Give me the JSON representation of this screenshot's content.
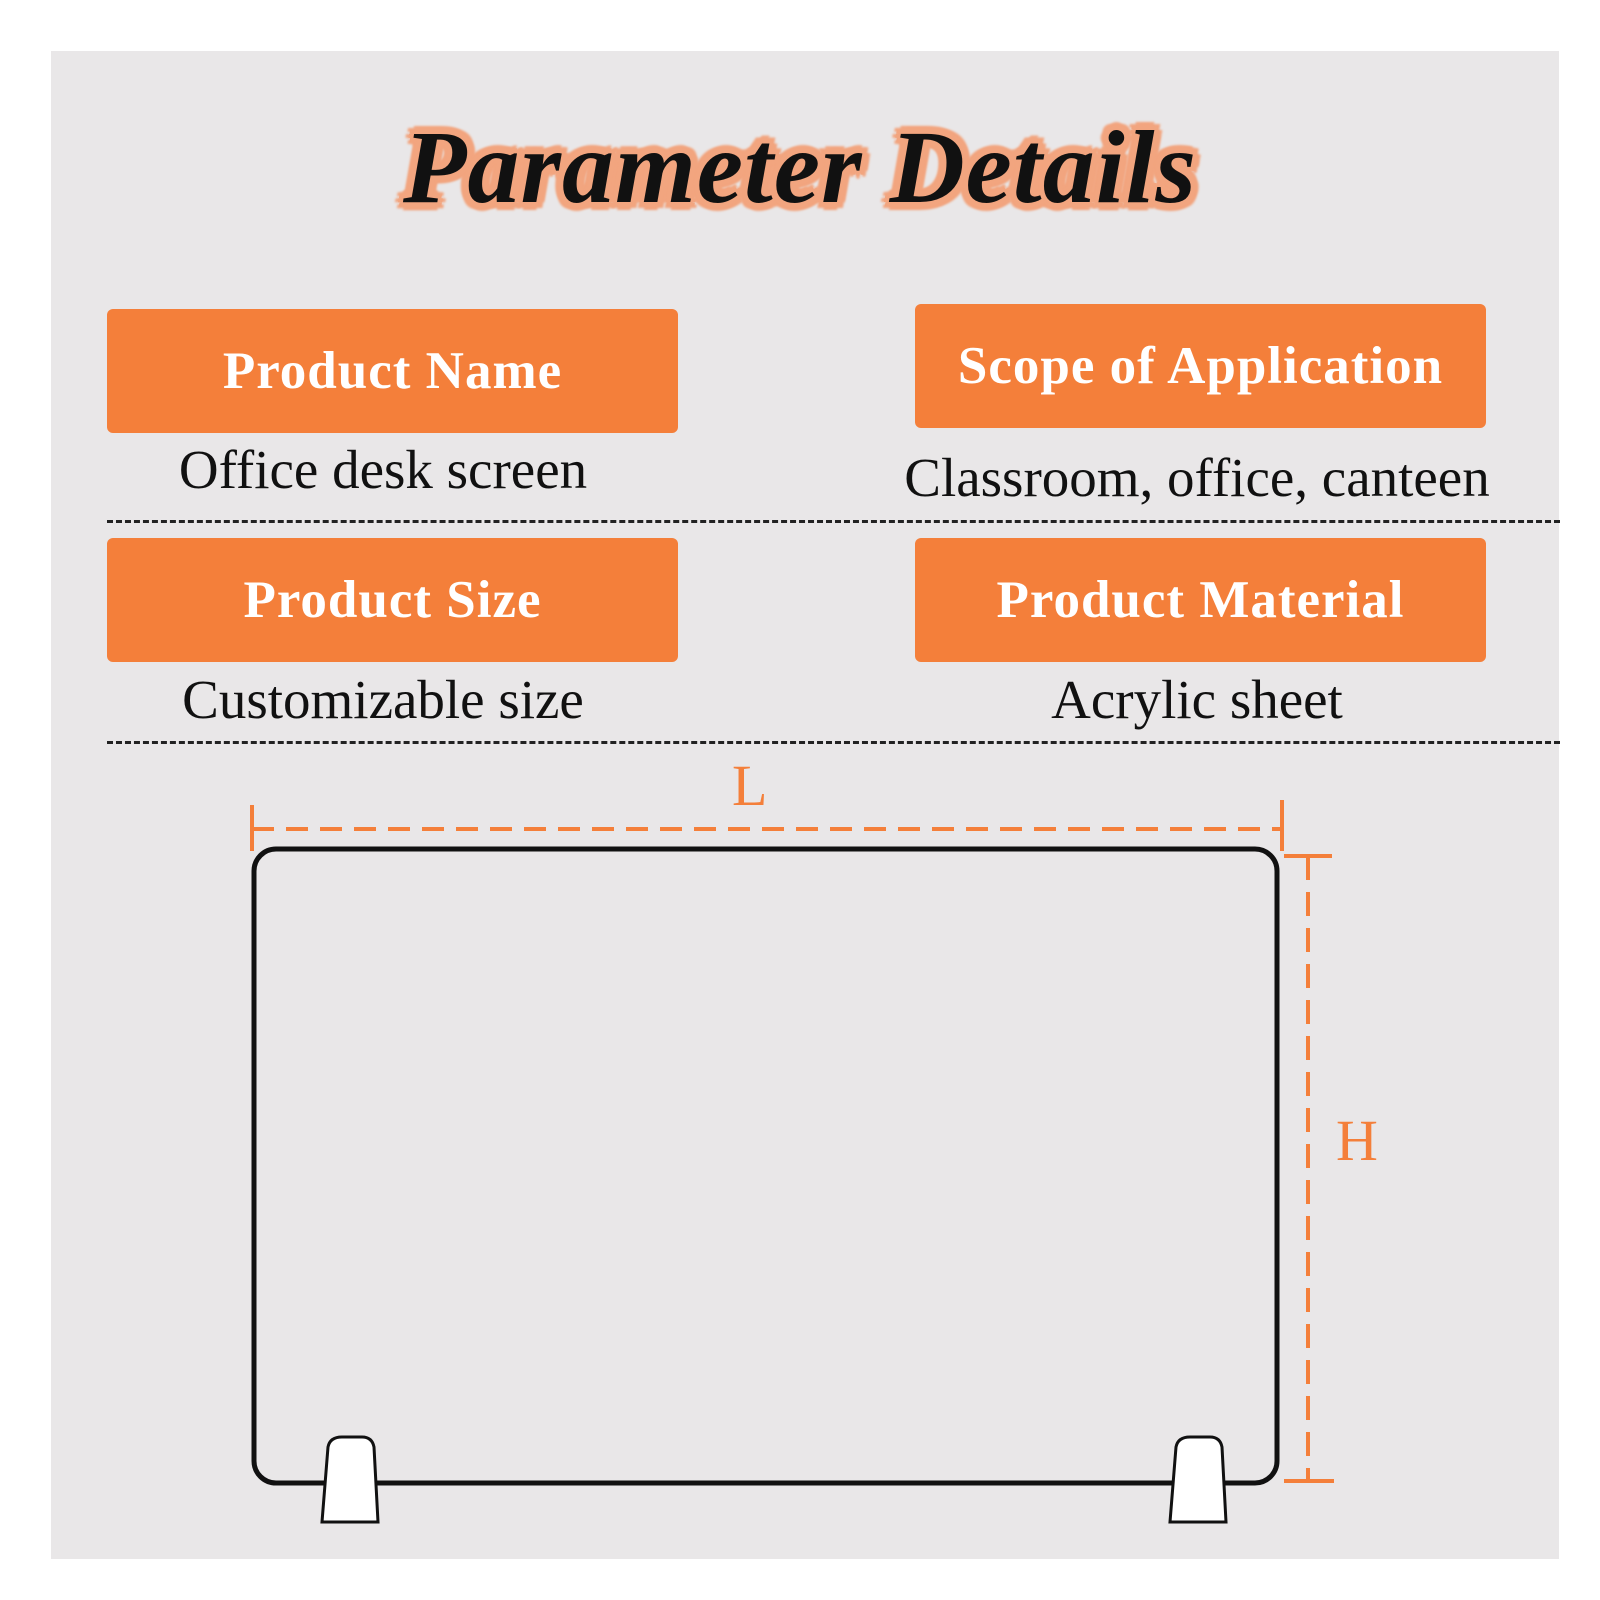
{
  "title": "Parameter Details",
  "params": {
    "product_name": {
      "label": "Product Name",
      "value": "Office desk screen"
    },
    "scope": {
      "label": "Scope of Application",
      "value": "Classroom, office, canteen"
    },
    "size": {
      "label": "Product Size",
      "value": "Customizable size"
    },
    "material": {
      "label": "Product Material",
      "value": "Acrylic sheet"
    }
  },
  "dimensions": {
    "length_label": "L",
    "height_label": "H"
  },
  "colors": {
    "accent": "#f47f3a",
    "title_glow": "#f2a57f",
    "panel_bg": "#e9e7e8"
  }
}
